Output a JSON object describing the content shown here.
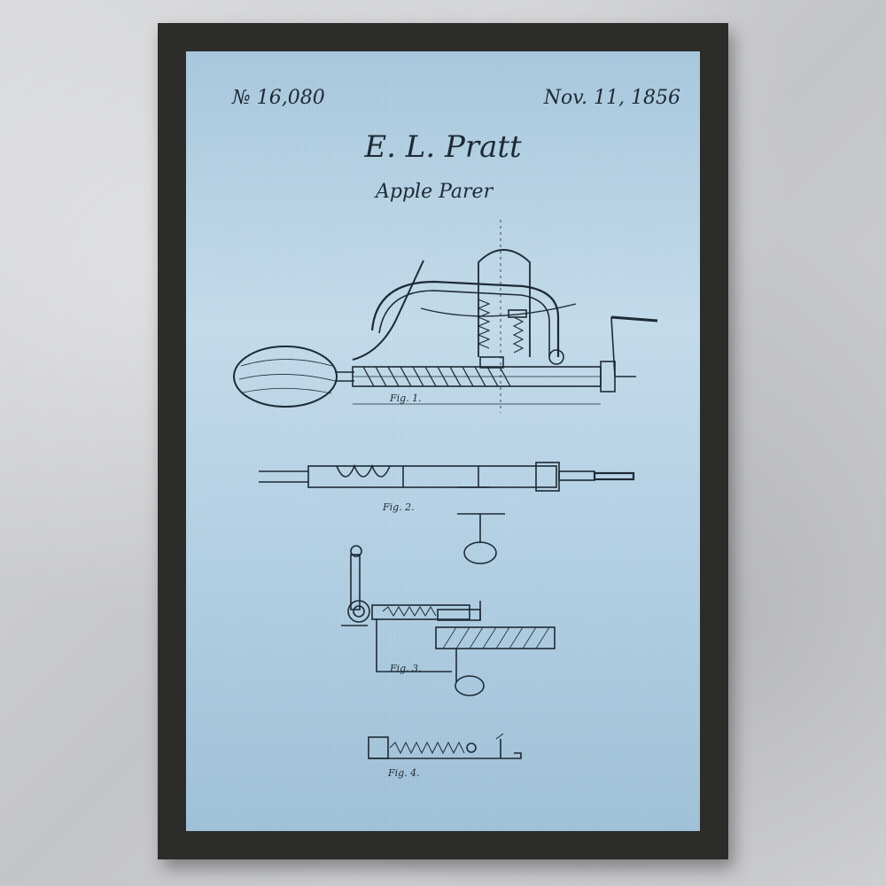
{
  "patent": {
    "number": "№ 16,080",
    "date": "Nov. 11, 1856",
    "inventor": "E. L. Pratt",
    "subject": "Apple Parer"
  },
  "figures": {
    "fig1": "Fig. 1.",
    "fig2": "Fig. 2.",
    "fig3": "Fig. 3.",
    "fig4": "Fig. 4."
  },
  "colors": {
    "frame": "#2c2d2b",
    "print": "#b5d2e6",
    "ink": "#1d2a35",
    "wall": "#cfd0d2"
  }
}
